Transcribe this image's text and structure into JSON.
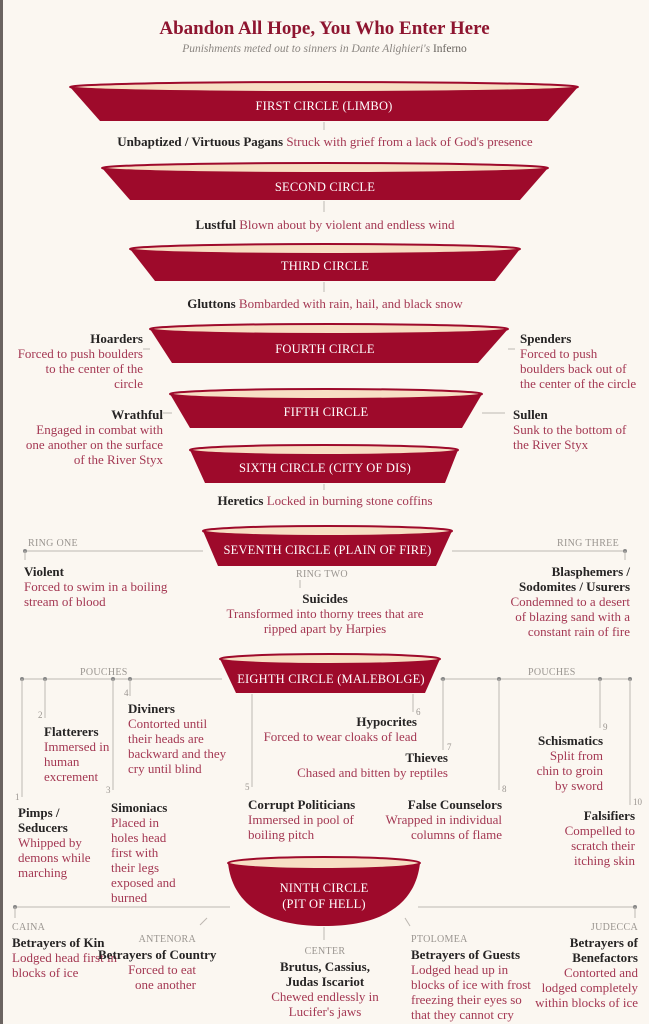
{
  "header": {
    "title": "Abandon All Hope, You Who Enter Here",
    "subtitle": "Punishments meted out to sinners in Dante Alighieri's",
    "subtitle_work": "Inferno"
  },
  "colors": {
    "circle": "#9e0a2b",
    "rim": "#f7dfc4",
    "sinner": "#262424",
    "punishment": "#a43853",
    "label": "#9a9590",
    "background": "#fbf7f1"
  },
  "circles": [
    {
      "name": "FIRST CIRCLE (LIMBO)"
    },
    {
      "name": "SECOND CIRCLE"
    },
    {
      "name": "THIRD CIRCLE"
    },
    {
      "name": "FOURTH CIRCLE"
    },
    {
      "name": "FIFTH CIRCLE"
    },
    {
      "name": "SIXTH CIRCLE (CITY OF DIS)"
    },
    {
      "name": "SEVENTH CIRCLE (PLAIN OF FIRE)"
    },
    {
      "name": "EIGHTH CIRCLE (MALEBOLGE)"
    },
    {
      "name": "NINTH CIRCLE",
      "name2": "(PIT OF HELL)"
    }
  ],
  "sinners": {
    "limbo": {
      "who": "Unbaptized / Virtuous Pagans",
      "fate": "Struck with grief from a lack of God's presence"
    },
    "lustful": {
      "who": "Lustful",
      "fate": "Blown about by violent and endless wind"
    },
    "gluttons": {
      "who": "Gluttons",
      "fate": "Bombarded with rain, hail, and black snow"
    },
    "hoarders": {
      "who": "Hoarders",
      "fate": "Forced to push boulders to the center of the circle"
    },
    "spenders": {
      "who": "Spenders",
      "fate": "Forced to push boulders back out of the center of the circle"
    },
    "wrathful": {
      "who": "Wrathful",
      "fate": "Engaged in combat with one another on the surface of the River Styx"
    },
    "sullen": {
      "who": "Sullen",
      "fate": "Sunk to the bottom of the River Styx"
    },
    "heretics": {
      "who": "Heretics",
      "fate": "Locked in burning stone coffins"
    }
  },
  "seventh": {
    "ring_one": "RING ONE",
    "ring_two": "RING TWO",
    "ring_three": "RING THREE",
    "violent": {
      "who": "Violent",
      "fate": "Forced to swim in a boiling stream of blood"
    },
    "suicides": {
      "who": "Suicides",
      "fate": "Transformed into thorny trees that are ripped apart by Harpies"
    },
    "blasphemers": {
      "who": "Blasphemers / Sodomites / Usurers",
      "fate": "Condemned to a desert of blazing sand with a constant rain of fire"
    }
  },
  "eighth": {
    "pouches_label": "POUCHES",
    "pouches": [
      {
        "n": "1",
        "who": "Pimps / Seducers",
        "fate": "Whipped by demons while marching"
      },
      {
        "n": "2",
        "who": "Flatterers",
        "fate": "Immersed in human excrement"
      },
      {
        "n": "3",
        "who": "Simoniacs",
        "fate": "Placed in holes head first with their legs exposed and burned"
      },
      {
        "n": "4",
        "who": "Diviners",
        "fate": "Contorted until their heads are backward and they cry until blind"
      },
      {
        "n": "5",
        "who": "Corrupt Politicians",
        "fate": "Immersed in pool of boiling pitch"
      },
      {
        "n": "6",
        "who": "Hypocrites",
        "fate": "Forced to wear cloaks of lead"
      },
      {
        "n": "7",
        "who": "Thieves",
        "fate": "Chased and bitten by reptiles"
      },
      {
        "n": "8",
        "who": "False Counselors",
        "fate": "Wrapped in individual columns of flame"
      },
      {
        "n": "9",
        "who": "Schismatics",
        "fate": "Split from chin to groin by sword"
      },
      {
        "n": "10",
        "who": "Falsifiers",
        "fate": "Compelled to scratch their itching skin"
      }
    ]
  },
  "ninth": [
    {
      "zone": "CAINA",
      "who": "Betrayers of Kin",
      "fate": "Lodged head first in blocks of ice"
    },
    {
      "zone": "ANTENORA",
      "who": "Betrayers of Country",
      "fate": "Forced to eat one another"
    },
    {
      "zone": "CENTER",
      "who": "Brutus, Cassius, Judas Iscariot",
      "fate": "Chewed endlessly in Lucifer's jaws"
    },
    {
      "zone": "PTOLOMEA",
      "who": "Betrayers of Guests",
      "fate": "Lodged head up in blocks of ice with frost freezing their eyes so that they cannot cry"
    },
    {
      "zone": "JUDECCA",
      "who": "Betrayers of Benefactors",
      "fate": "Contorted and lodged completely within blocks of ice"
    }
  ]
}
